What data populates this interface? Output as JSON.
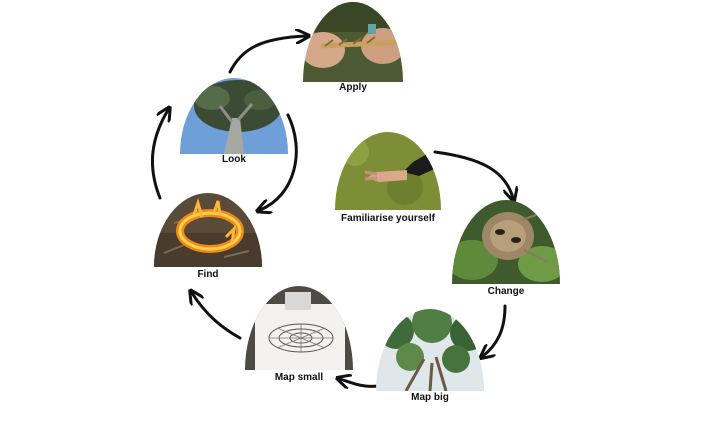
{
  "diagram": {
    "type": "cycle",
    "nodes": [
      {
        "id": "apply",
        "label": "Apply",
        "photo": "hands-twisting-cord"
      },
      {
        "id": "look",
        "label": "Look",
        "photo": "tree-from-below"
      },
      {
        "id": "find",
        "label": "Find",
        "photo": "fire-ring"
      },
      {
        "id": "familiarise",
        "label": "Familiarise yourself",
        "photo": "hand-on-grass"
      },
      {
        "id": "change",
        "label": "Change",
        "photo": "banksia-cone"
      },
      {
        "id": "map_big",
        "label": "Map big",
        "photo": "tree-canopy"
      },
      {
        "id": "map_small",
        "label": "Map small",
        "photo": "paper-map"
      }
    ],
    "arrows": [
      {
        "from": "look",
        "to": "apply"
      },
      {
        "from": "look",
        "to": "find"
      },
      {
        "from": "find",
        "to": "look"
      },
      {
        "from": "familiarise",
        "to": "change"
      },
      {
        "from": "change",
        "to": "map_big"
      },
      {
        "from": "map_big",
        "to": "map_small"
      },
      {
        "from": "map_small",
        "to": "find"
      }
    ]
  }
}
